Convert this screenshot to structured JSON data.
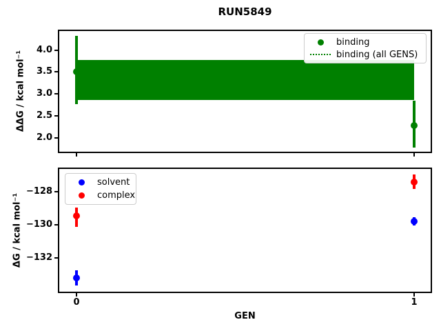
{
  "figure": {
    "title": "RUN5849",
    "background": "#ffffff"
  },
  "colors": {
    "binding": "#008000",
    "solvent": "#0000ff",
    "complex": "#ff0000",
    "axis": "#000000"
  },
  "top_panel": {
    "ylabel": "ΔΔG / kcal mol⁻¹",
    "ytick_labels": [
      "4.0",
      "3.5",
      "3.0",
      "2.5",
      "2.0"
    ],
    "legend": {
      "binding": "binding",
      "all_gens": "binding (all GENS)"
    }
  },
  "bottom_panel": {
    "ylabel": "ΔG / kcal mol⁻¹",
    "xlabel": "GEN",
    "ytick_labels": [
      "−128",
      "−130",
      "−132"
    ],
    "xtick_labels": [
      "0",
      "1"
    ],
    "legend": {
      "solvent": "solvent",
      "complex": "complex"
    }
  },
  "chart_data": [
    {
      "type": "scatter",
      "title": "RUN5849",
      "ylabel": "ΔΔG / kcal mol⁻¹",
      "xlabel": "",
      "x": [
        0,
        1
      ],
      "series": [
        {
          "name": "binding",
          "color": "#008000",
          "values": [
            3.52,
            2.29
          ],
          "yerr_low": [
            2.77,
            1.77
          ],
          "yerr_high": [
            4.34,
            2.85
          ]
        }
      ],
      "band": {
        "name": "binding (all GENS)",
        "color": "#008000",
        "x_range": [
          0,
          1
        ],
        "y_low": 2.87,
        "y_high": 3.79
      },
      "xlim": [
        -0.05,
        1.05
      ],
      "ylim": [
        1.68,
        4.45
      ],
      "yticks": [
        4.0,
        3.5,
        3.0,
        2.5,
        2.0
      ],
      "xticks": [
        0,
        1
      ],
      "xtick_labels_shown": false,
      "legend_position": "upper right",
      "grid": false
    },
    {
      "type": "scatter",
      "title": "",
      "ylabel": "ΔG / kcal mol⁻¹",
      "xlabel": "GEN",
      "x": [
        0,
        1
      ],
      "series": [
        {
          "name": "solvent",
          "color": "#0000ff",
          "values": [
            -133.2,
            -129.8
          ],
          "yerr_low": [
            -133.6,
            -130.05
          ],
          "yerr_high": [
            -132.7,
            -129.55
          ]
        },
        {
          "name": "complex",
          "color": "#ff0000",
          "values": [
            -129.45,
            -127.4
          ],
          "yerr_low": [
            -130.15,
            -127.86
          ],
          "yerr_high": [
            -128.97,
            -126.98
          ]
        }
      ],
      "xlim": [
        -0.05,
        1.05
      ],
      "ylim": [
        -133.95,
        -126.6
      ],
      "yticks": [
        -128,
        -130,
        -132
      ],
      "xticks": [
        0,
        1
      ],
      "legend_position": "upper left",
      "grid": false
    }
  ]
}
